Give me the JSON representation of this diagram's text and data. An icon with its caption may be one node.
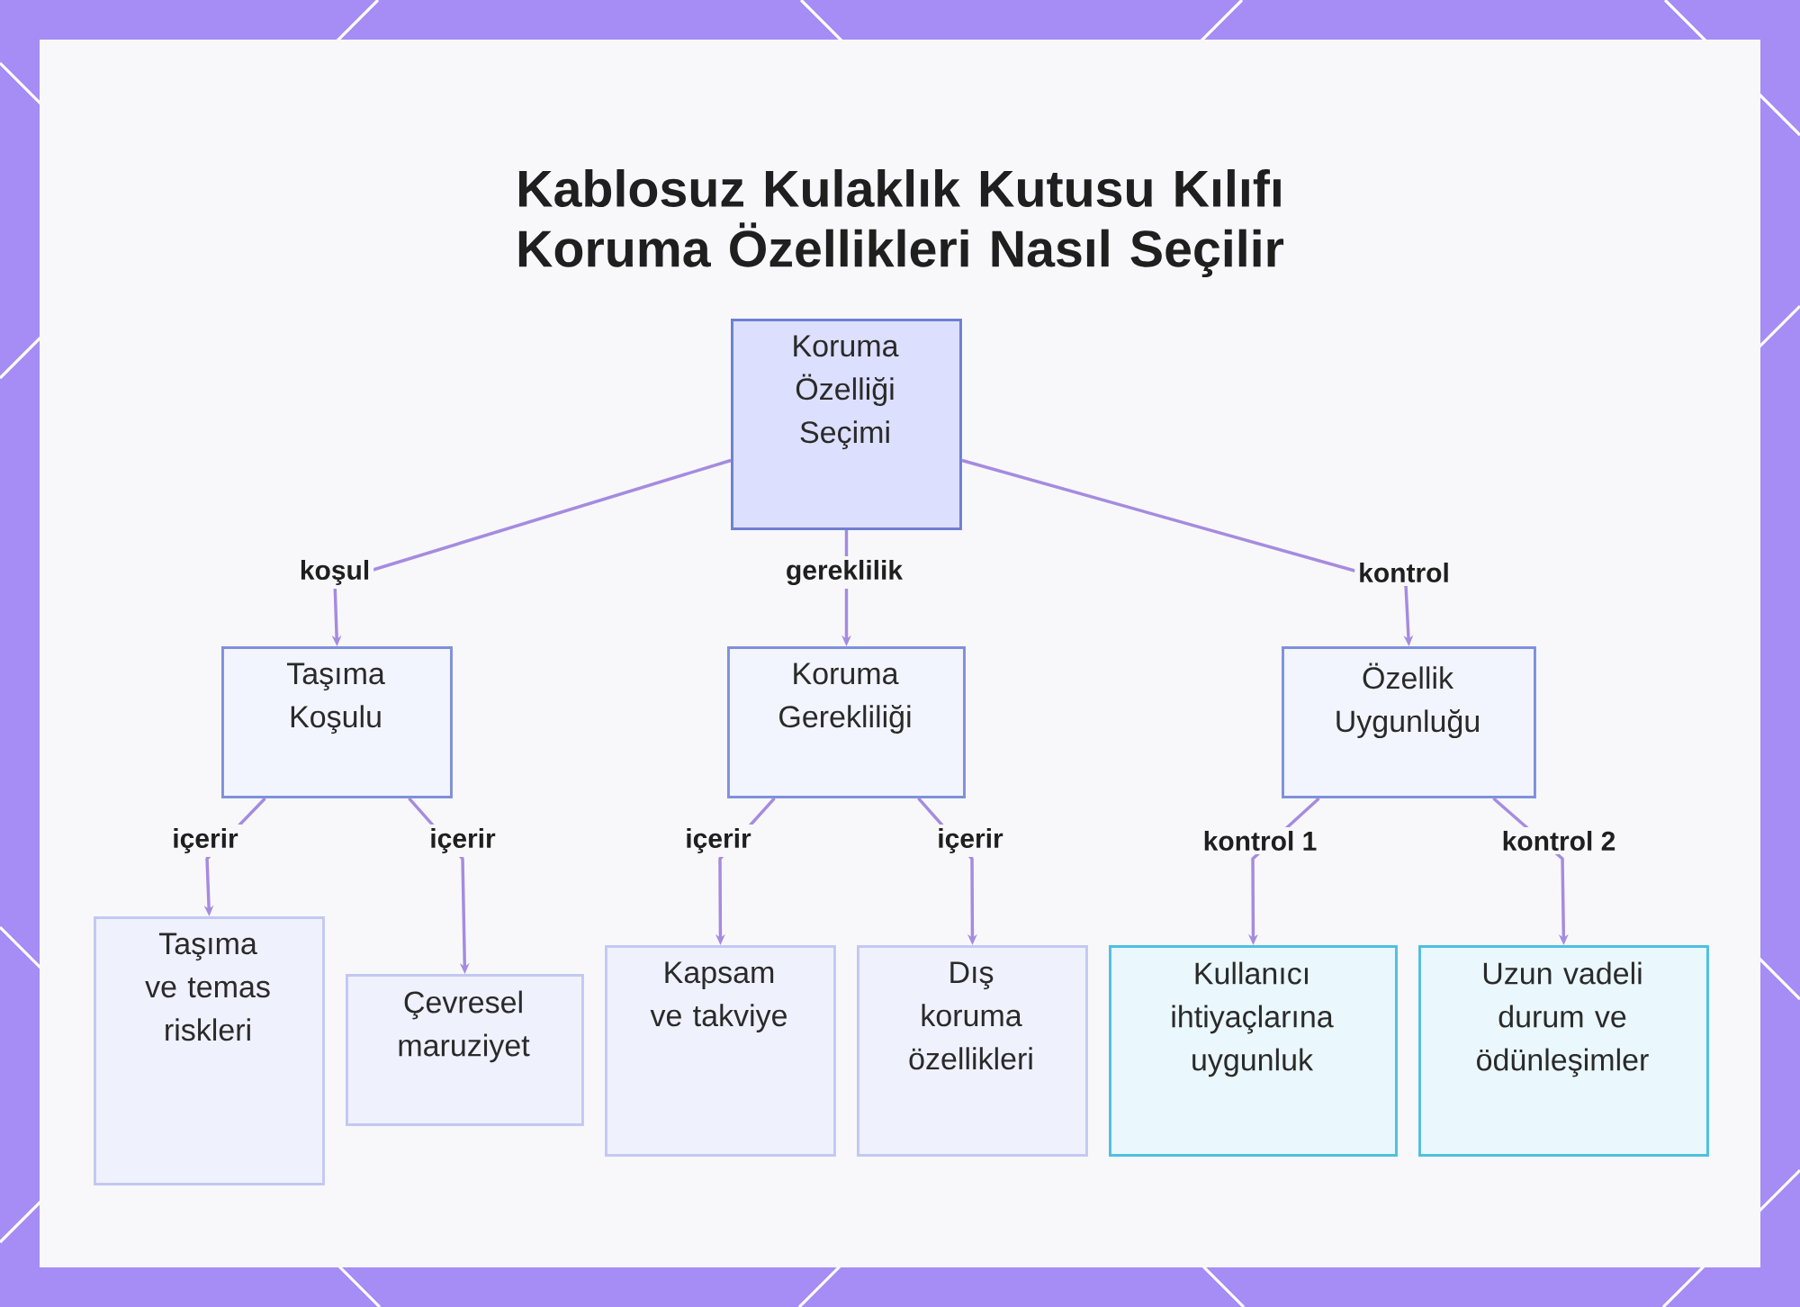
{
  "diagram": {
    "title": "Kablosuz Kulaklık Kutusu Kılıfı Koruma Özellikleri Nasıl Seçilir",
    "nodes": [
      {
        "text": [
          "Koruma Özelliği Seçimi"
        ]
      },
      {
        "text": [
          "Taşıma Koşulu"
        ]
      },
      {
        "text": [
          "Koruma Gerekliliği"
        ]
      },
      {
        "text": [
          "Özellik Uygunluğu"
        ]
      },
      {
        "text": [
          "Taşıma ve temas riskleri"
        ]
      },
      {
        "text": [
          "Çevresel maruziyet"
        ]
      },
      {
        "text": [
          "Kapsam ve takviye"
        ]
      },
      {
        "text": [
          "Dış koruma özellikleri"
        ]
      },
      {
        "text": [
          "Kullanıcı ihtiyaçlarına uygunluk"
        ]
      },
      {
        "text": [
          "Uzun vadeli durum ve ödünleşimler"
        ]
      }
    ],
    "edges": [
      {
        "from": 0,
        "to": 1,
        "arrow": "to",
        "label": "koşul"
      },
      {
        "from": 0,
        "to": 2,
        "arrow": "to",
        "label": "gereklilik"
      },
      {
        "from": 0,
        "to": 3,
        "arrow": "to",
        "label": "kontrol"
      },
      {
        "from": 1,
        "to": 4,
        "arrow": "to",
        "label": "içerir"
      },
      {
        "from": 1,
        "to": 5,
        "arrow": "to",
        "label": "içerir"
      },
      {
        "from": 2,
        "to": 6,
        "arrow": "to",
        "label": "içerir"
      },
      {
        "from": 2,
        "to": 7,
        "arrow": "to",
        "label": "içerir"
      },
      {
        "from": 3,
        "to": 8,
        "arrow": "to",
        "label": "kontrol 1"
      },
      {
        "from": 3,
        "to": 9,
        "arrow": "to",
        "label": "kontrol 2"
      }
    ]
  }
}
